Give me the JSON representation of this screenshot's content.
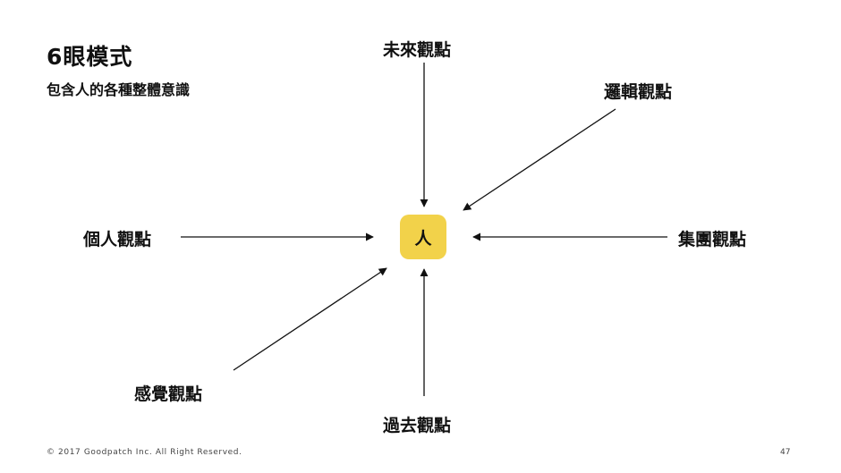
{
  "slide": {
    "title": "6眼模式",
    "subtitle": "包含人的各種整體意識",
    "page_number": "47"
  },
  "diagram": {
    "center": "人",
    "viewpoints": {
      "future": "未來觀點",
      "logic": "邏輯觀點",
      "personal": "個人觀點",
      "group": "集團觀點",
      "sense": "感覺觀點",
      "past": "過去觀點"
    }
  },
  "footer": {
    "copyright": "© 2017 Goodpatch Inc. All Right Reserved."
  },
  "colors": {
    "center_fill": "#f2d24a",
    "arrow": "#111111"
  }
}
